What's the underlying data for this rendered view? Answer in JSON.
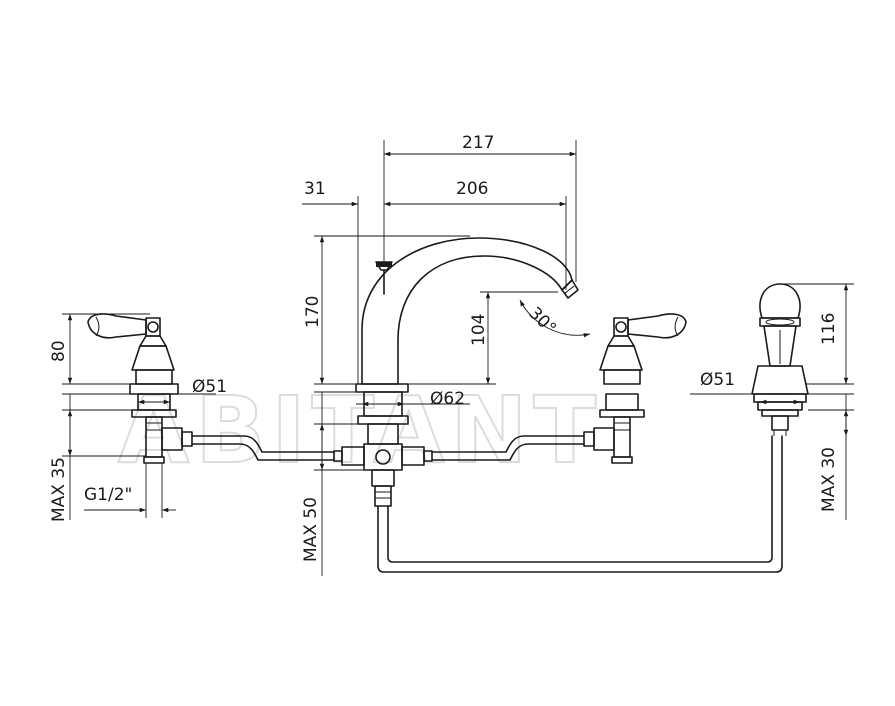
{
  "watermark": "ABITANT",
  "dimensions": {
    "spout_reach_total": "217",
    "spout_reach": "206",
    "spout_offset": "31",
    "spout_height": "170",
    "outlet_height": "104",
    "swivel_angle": "30°",
    "left_handle_height": "80",
    "left_base_diameter": "Ø51",
    "spout_base_diameter": "Ø62",
    "right_base_diameter": "Ø51",
    "hand_shower_height": "116",
    "left_shank_max": "MAX 35",
    "thread": "G1/2\"",
    "center_shank_max": "MAX 50",
    "right_shank_max": "MAX 30"
  }
}
